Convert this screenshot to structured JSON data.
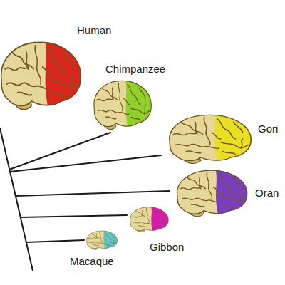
{
  "diagram": {
    "labels": [
      "Human",
      "Chimpanzee",
      "Gori",
      "Oran",
      "Gibbon",
      "Macaque"
    ]
  }
}
